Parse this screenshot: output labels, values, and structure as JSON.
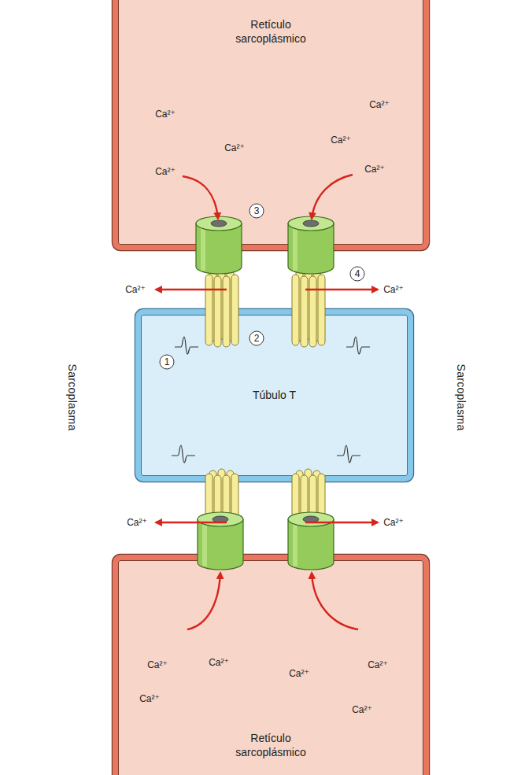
{
  "diagram": {
    "nodes": [
      {
        "text": [
          "Retículo sarcoplásmico"
        ]
      },
      {
        "text": [
          "Túbulo T"
        ]
      },
      {
        "text": [
          "Retículo sarcoplásmico"
        ]
      }
    ],
    "labels": [
      "Ca²⁺",
      "Ca²⁺",
      "Ca²⁺",
      "Ca²⁺",
      "Ca²⁺",
      "Ca²⁺",
      "3",
      "4",
      "Ca²⁺",
      "Ca²⁺",
      "2",
      "1",
      "Sarcoplasma",
      "Sarcoplasma",
      "Ca²⁺",
      "Ca²⁺",
      "Ca²⁺",
      "Ca²⁺",
      "Ca²⁺",
      "Ca²⁺",
      "Ca²⁺",
      "Ca²⁺"
    ]
  }
}
